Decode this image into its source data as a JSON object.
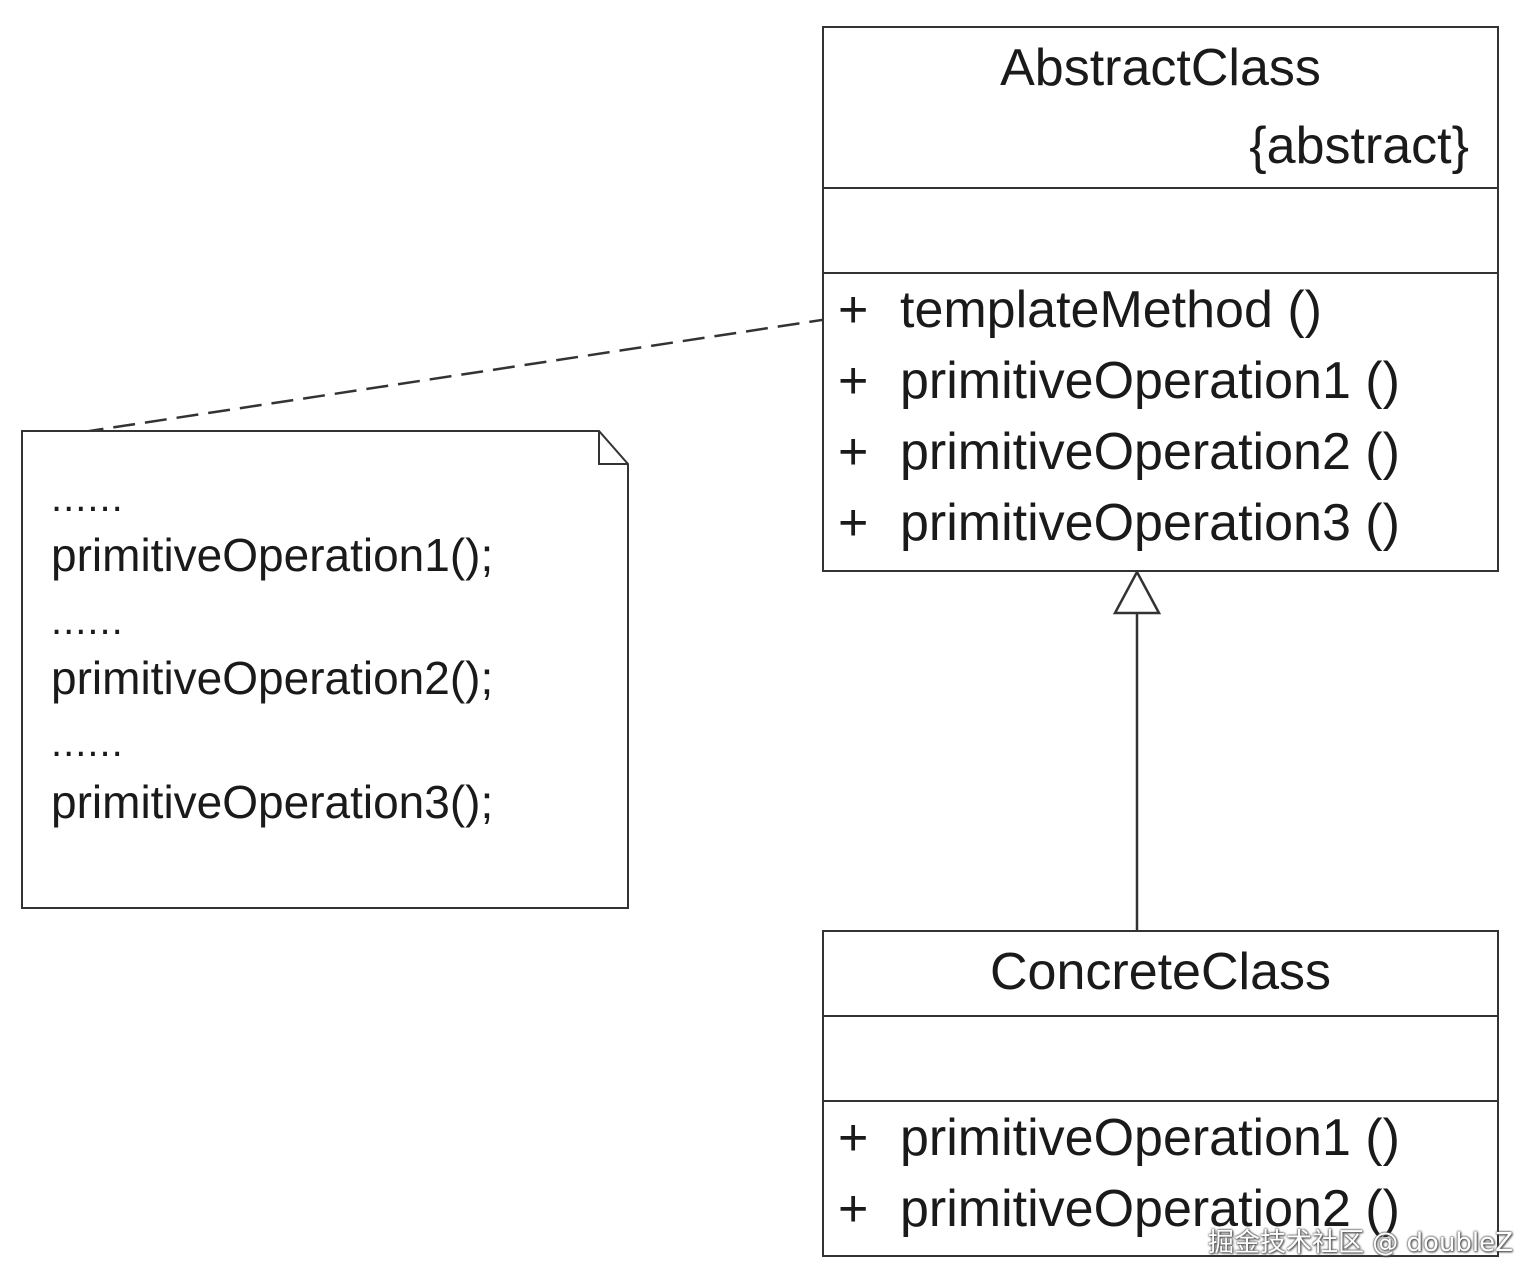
{
  "abstract_class": {
    "name": "AbstractClass",
    "stereotype": "{abstract}",
    "operations": [
      {
        "visibility": "+",
        "signature": "templateMethod ()"
      },
      {
        "visibility": "+",
        "signature": "primitiveOperation1 ()"
      },
      {
        "visibility": "+",
        "signature": "primitiveOperation2 ()"
      },
      {
        "visibility": "+",
        "signature": "primitiveOperation3 ()"
      }
    ]
  },
  "concrete_class": {
    "name": "ConcreteClass",
    "operations": [
      {
        "visibility": "+",
        "signature": "primitiveOperation1 ()"
      },
      {
        "visibility": "+",
        "signature": "primitiveOperation2 ()"
      }
    ]
  },
  "note": {
    "lines": [
      "......",
      "primitiveOperation1();",
      "......",
      "primitiveOperation2();",
      "......",
      "primitiveOperation3();"
    ]
  },
  "watermark": "掘金技术社区 @ doubleZ"
}
